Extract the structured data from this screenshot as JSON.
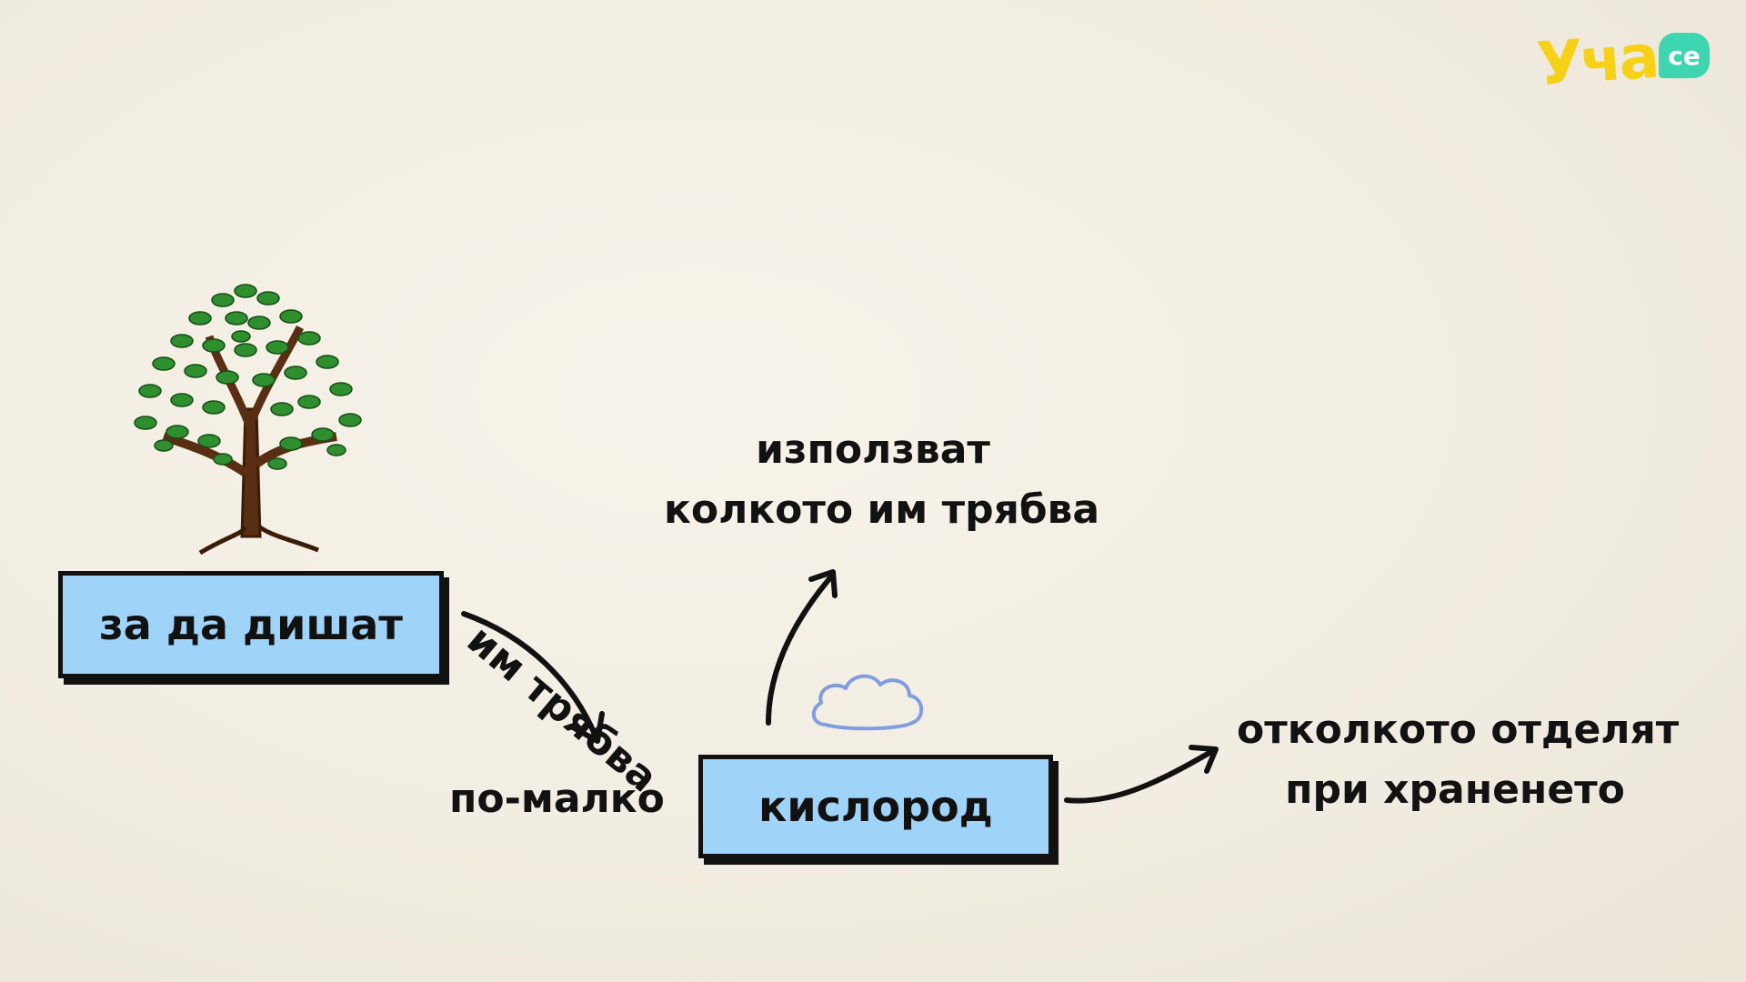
{
  "logo": {
    "word": "Уча",
    "badge": "се"
  },
  "diagram": {
    "box_breathe": "за да дишат",
    "box_oxygen": "кислород",
    "label_need": "им трябва",
    "label_less": "по-малко",
    "label_use_line1": "използват",
    "label_use_line2": "колкото им трябва",
    "label_release_line1": "отколкото отделят",
    "label_release_line2": "при храненето"
  },
  "colors": {
    "box_fill": "#9fd3f8",
    "leaf": "#2f8f2f",
    "trunk": "#5a2e12",
    "logo": "#f7d117",
    "logo_badge": "#3ed6b0",
    "cloud": "#7f9de0"
  }
}
